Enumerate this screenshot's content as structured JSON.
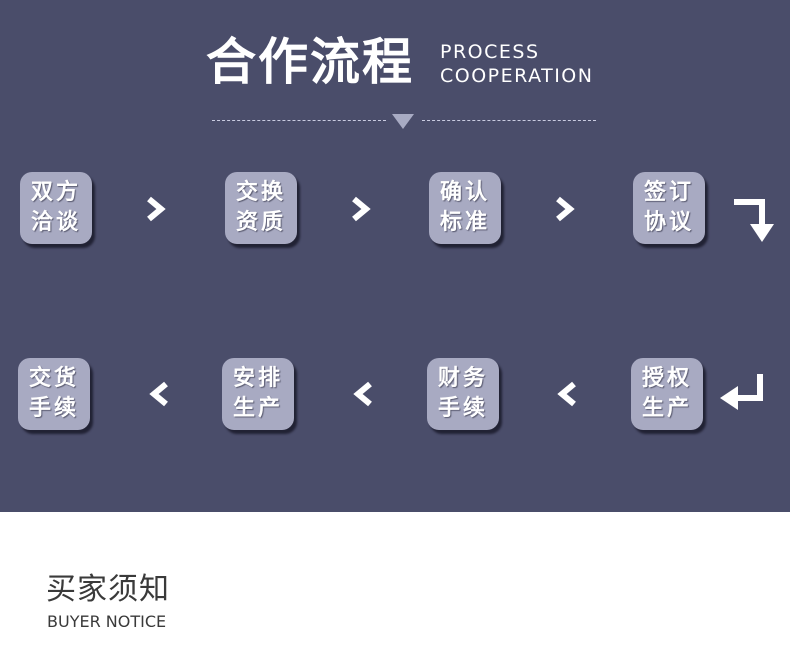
{
  "header": {
    "title": "合作流程",
    "subtitle_line1": "PROCESS",
    "subtitle_line2": "COOPERATION"
  },
  "steps": [
    {
      "line1": "双方",
      "line2": "洽谈"
    },
    {
      "line1": "交换",
      "line2": "资质"
    },
    {
      "line1": "确认",
      "line2": "标准"
    },
    {
      "line1": "签订",
      "line2": "协议"
    },
    {
      "line1": "授权",
      "line2": "生产"
    },
    {
      "line1": "财务",
      "line2": "手续"
    },
    {
      "line1": "安排",
      "line2": "生产"
    },
    {
      "line1": "交货",
      "line2": "手续"
    }
  ],
  "icons": {
    "flow_arrow_right": "chevron-right-icon",
    "flow_arrow_left": "chevron-left-icon",
    "turn_down": "turn-down-arrow-icon",
    "turn_left": "turn-left-arrow-icon"
  },
  "colors": {
    "panel_background": "#4a4d6a",
    "step_box": "#a8aac2",
    "text_light": "#ffffff",
    "text_dark": "#3a3a3a"
  },
  "notice": {
    "title": "买家须知",
    "subtitle": "BUYER NOTICE"
  }
}
